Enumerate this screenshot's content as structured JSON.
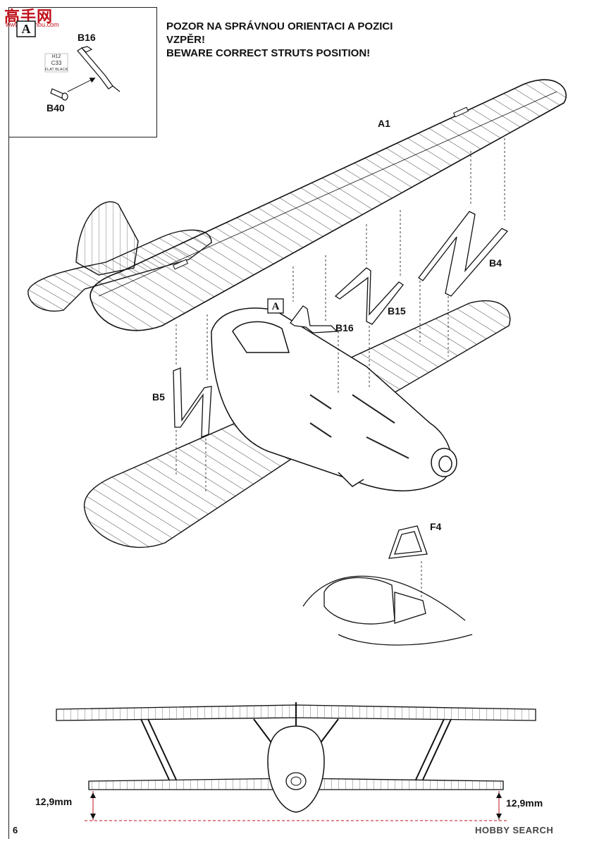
{
  "watermark": {
    "text": "高手网",
    "sub": "www.gaoshou.com"
  },
  "header": {
    "line1": "POZOR NA SPRÁVNOU ORIENTACI A POZICI",
    "line2": "VZPĚR!",
    "line3": "BEWARE CORRECT STRUTS POSITION!"
  },
  "inset": {
    "marker": "A",
    "part_top": "B16",
    "part_bottom": "B40",
    "paint_code_1": "H12",
    "paint_code_2": "C33",
    "paint_name": "FLAT BLACK"
  },
  "parts": {
    "upper_wing": "A1",
    "strut_right_outer": "B4",
    "strut_right_inner": "B15",
    "strut_center": "B16",
    "strut_left": "B5",
    "marker_main": "A",
    "windscreen": "F4"
  },
  "dimensions": {
    "left": "12,9mm",
    "right": "12,9mm"
  },
  "page_number": "6",
  "brand": "HOBBY SEARCH"
}
